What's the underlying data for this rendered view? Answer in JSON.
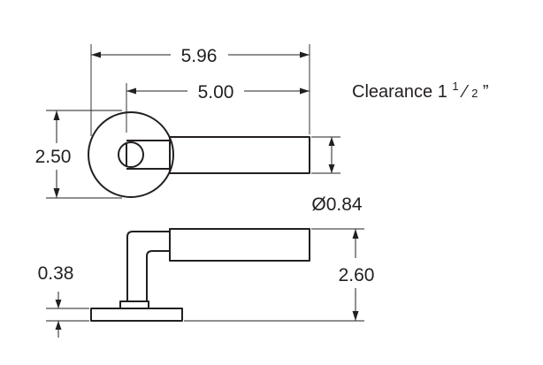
{
  "dimensions": {
    "overall_length": "5.96",
    "lever_length": "5.00",
    "rose_diameter": "2.50",
    "lever_diameter": "Ø0.84",
    "rose_thickness": "0.38",
    "projection": "2.60"
  },
  "clearance": {
    "label": "Clearance 1",
    "fraction_numerator": "1",
    "fraction_slash": "⁄",
    "fraction_denominator": "2",
    "suffix": "”"
  },
  "colors": {
    "line": "#231f20",
    "background": "#ffffff"
  }
}
